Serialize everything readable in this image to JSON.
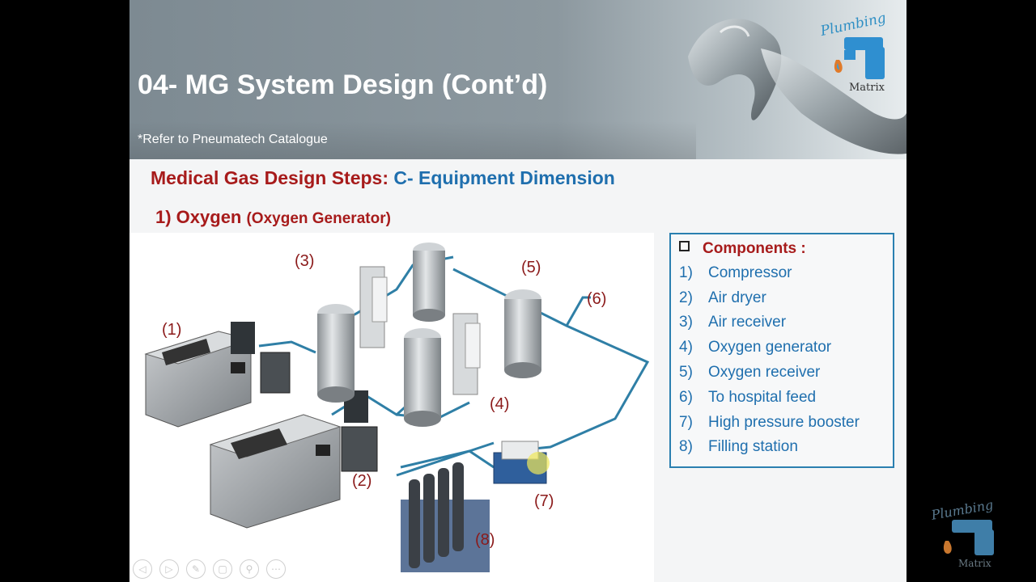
{
  "slide": {
    "title": "04- MG System Design (Cont’d)",
    "note": "*Refer to Pneumatech Catalogue",
    "heading_part1": "Medical Gas Design Steps: ",
    "heading_part2": "C- Equipment Dimension",
    "subheading_main": "1)  Oxygen ",
    "subheading_sub": "(Oxygen Generator)"
  },
  "logo": {
    "top_text": "Plumbing",
    "bottom_text": "Matrix"
  },
  "diagram_labels": [
    "(1)",
    "(2)",
    "(3)",
    "(4)",
    "(5)",
    "(6)",
    "(7)",
    "(8)"
  ],
  "components": {
    "header": "Components :",
    "items": [
      {
        "num": "1)",
        "text": "Compressor"
      },
      {
        "num": "2)",
        "text": "Air dryer"
      },
      {
        "num": "3)",
        "text": "Air receiver"
      },
      {
        "num": "4)",
        "text": "Oxygen generator"
      },
      {
        "num": "5)",
        "text": "Oxygen receiver"
      },
      {
        "num": "6)",
        "text": "To hospital feed"
      },
      {
        "num": "7)",
        "text": "High pressure booster"
      },
      {
        "num": "8)",
        "text": "Filling station"
      }
    ]
  },
  "controls": [
    "◁",
    "▷",
    "✎",
    "▢",
    "⚲",
    "⋯"
  ],
  "colors": {
    "heading_red": "#a71b1b",
    "heading_blue": "#1f6fae",
    "box_border": "#2a7fb0",
    "pipe": "#2f7fa6"
  }
}
